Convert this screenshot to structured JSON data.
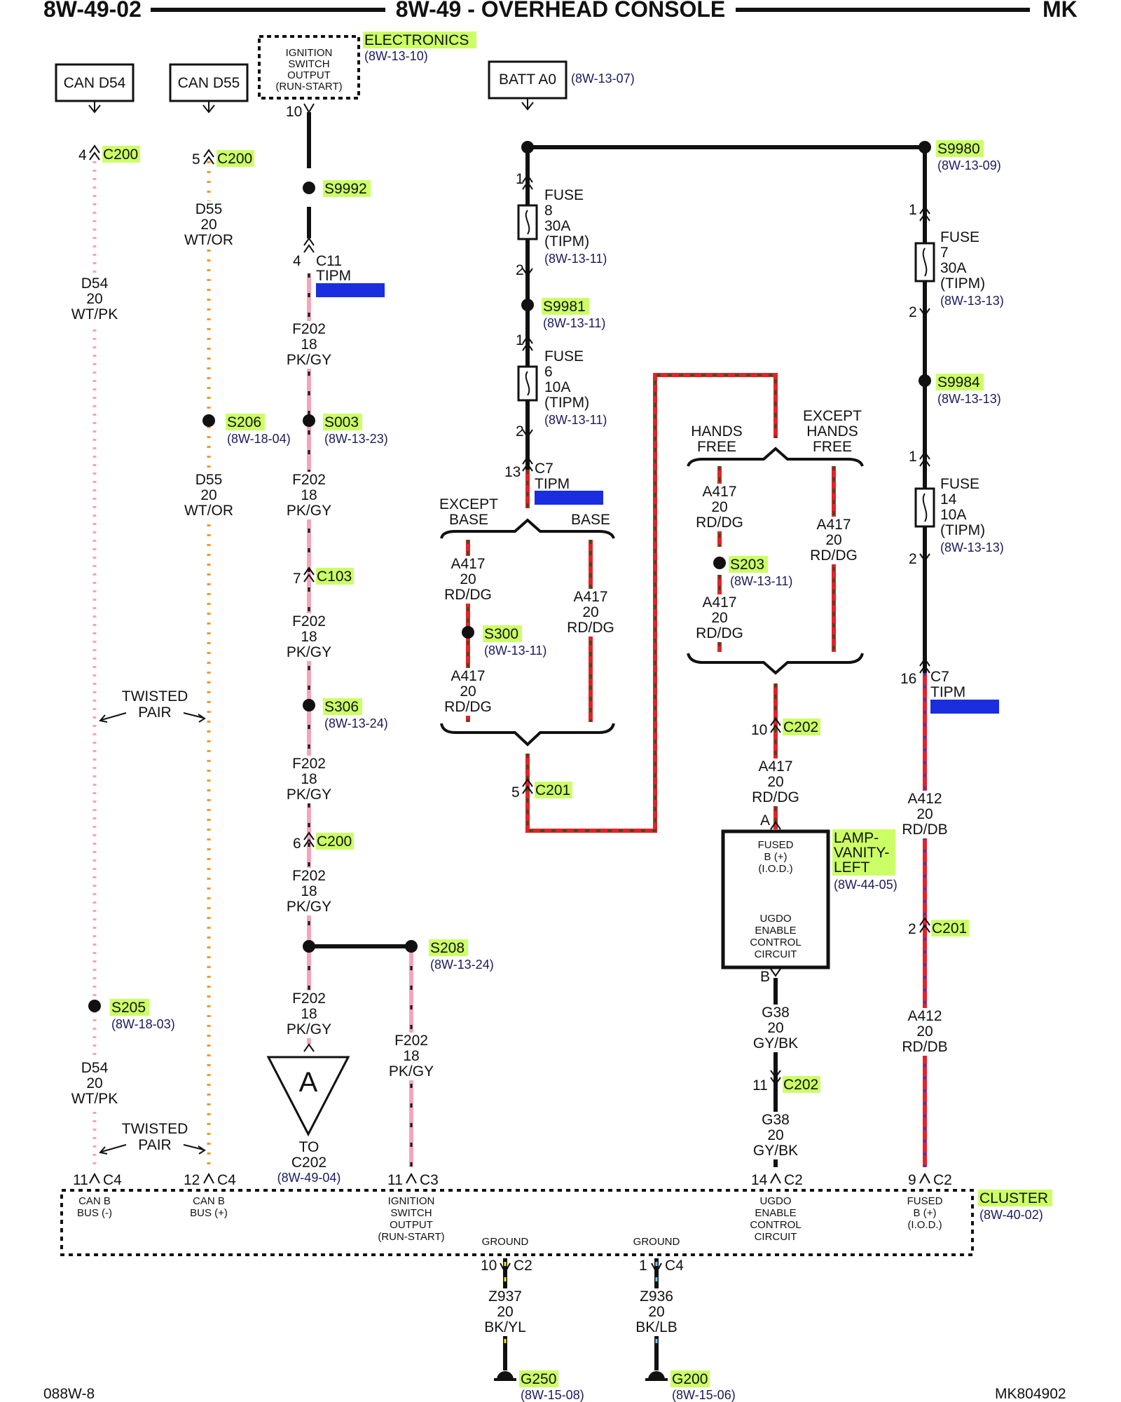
{
  "header": {
    "left": "8W-49-02",
    "title": "8W-49 - OVERHEAD CONSOLE",
    "right": "MK"
  },
  "footer": {
    "left": "088W-8",
    "right": "MK804902"
  },
  "boxes": {
    "can_d54": "CAN D54",
    "can_d55": "CAN D55",
    "batt_a0": "BATT A0",
    "batt_a0_ref": "(8W-13-07)",
    "ignition_lines": [
      "IGNITION",
      "SWITCH",
      "OUTPUT",
      "(RUN-START)"
    ],
    "electronics_label": "ELECTRONICS",
    "electronics_ref": "(8W-13-10)"
  },
  "wire_labels": {
    "d54": [
      "D54",
      "20",
      "WT/PK"
    ],
    "d55": [
      "D55",
      "20",
      "WT/OR"
    ],
    "f202": [
      "F202",
      "18",
      "PK/GY"
    ],
    "a417": [
      "A417",
      "20",
      "RD/DG"
    ],
    "a412": [
      "A412",
      "20",
      "RD/DB"
    ],
    "g38": [
      "G38",
      "20",
      "GY/BK"
    ],
    "z937": [
      "Z937",
      "20",
      "BK/YL"
    ],
    "z936": [
      "Z936",
      "20",
      "BK/LB"
    ]
  },
  "splices": {
    "s9992": "S9992",
    "s206": "S206",
    "s206_ref": "(8W-18-04)",
    "s003": "S003",
    "s003_ref": "(8W-13-23)",
    "s306": "S306",
    "s306_ref": "(8W-13-24)",
    "s208": "S208",
    "s208_ref": "(8W-13-24)",
    "s205": "S205",
    "s205_ref": "(8W-18-03)",
    "s9981": "S9981",
    "s9981_ref": "(8W-13-11)",
    "s300": "S300",
    "s300_ref": "(8W-13-11)",
    "s203": "S203",
    "s203_ref": "(8W-13-11)",
    "s9980": "S9980",
    "s9980_ref": "(8W-13-09)",
    "s9984": "S9984",
    "s9984_ref": "(8W-13-13)"
  },
  "connectors": {
    "c200": "C200",
    "c103": "C103",
    "c201": "C201",
    "c202": "C202",
    "c11": "C11",
    "c7": "C7",
    "tipm": "TIPM",
    "c4": "C4",
    "c3": "C3",
    "c2": "C2",
    "pins": {
      "p4": "4",
      "p5": "5",
      "p10": "10",
      "p7": "7",
      "p6": "6",
      "p11": "11",
      "p12": "12",
      "p13": "13",
      "p1": "1",
      "p2": "2",
      "p16": "16",
      "p9": "9",
      "p14": "14",
      "pA": "A",
      "pB": "B"
    }
  },
  "fuses": {
    "word": "FUSE",
    "f8": [
      "8",
      "30A",
      "(TIPM)"
    ],
    "f8_ref": "(8W-13-11)",
    "f6": [
      "6",
      "10A",
      "(TIPM)"
    ],
    "f6_ref": "(8W-13-11)",
    "f7": [
      "7",
      "30A",
      "(TIPM)"
    ],
    "f7_ref": "(8W-13-13)",
    "f14": [
      "14",
      "10A",
      "(TIPM)"
    ],
    "f14_ref": "(8W-13-13)"
  },
  "options": {
    "except_base": [
      "EXCEPT",
      "BASE"
    ],
    "base": "BASE",
    "hands_free": [
      "HANDS",
      "FREE"
    ],
    "except_hands_free": [
      "EXCEPT",
      "HANDS",
      "FREE"
    ]
  },
  "notes": {
    "twisted_pair": [
      "TWISTED",
      "PAIR"
    ],
    "arrow_a": "A",
    "to_c202": [
      "TO",
      "C202"
    ],
    "to_c202_ref": "(8W-49-04)"
  },
  "lamp": {
    "name": [
      "LAMP-",
      "VANITY-",
      "LEFT"
    ],
    "ref": "(8W-44-05)",
    "fused": [
      "FUSED",
      "B (+)",
      "(I.O.D.)"
    ],
    "ugdo": [
      "UGDO",
      "ENABLE",
      "CONTROL",
      "CIRCUIT"
    ]
  },
  "cluster": {
    "name": "CLUSTER",
    "ref": "(8W-40-02)",
    "pin_can_minus": [
      "CAN B",
      "BUS (-)"
    ],
    "pin_can_plus": [
      "CAN B",
      "BUS (+)"
    ],
    "pin_ign": [
      "IGNITION",
      "SWITCH",
      "OUTPUT",
      "(RUN-START)"
    ],
    "pin_ugdo": [
      "UGDO",
      "ENABLE",
      "CONTROL",
      "CIRCUIT"
    ],
    "pin_fused": [
      "FUSED",
      "B (+)",
      "(I.O.D.)"
    ],
    "ground": "GROUND"
  },
  "grounds": {
    "g250": "G250",
    "g250_ref": "(8W-15-08)",
    "g200": "G200",
    "g200_ref": "(8W-15-06)"
  },
  "colors": {
    "wire_black": "#111111",
    "wire_pink": "#f4a6b8",
    "wire_orange": "#f39a1e",
    "wire_red": "#e8202a",
    "wire_green_dash": "#1a5c1a",
    "wire_blue_dash": "#1d3fd6",
    "label_green": "#ccff66",
    "tipm_blue": "#1a2ee0"
  }
}
